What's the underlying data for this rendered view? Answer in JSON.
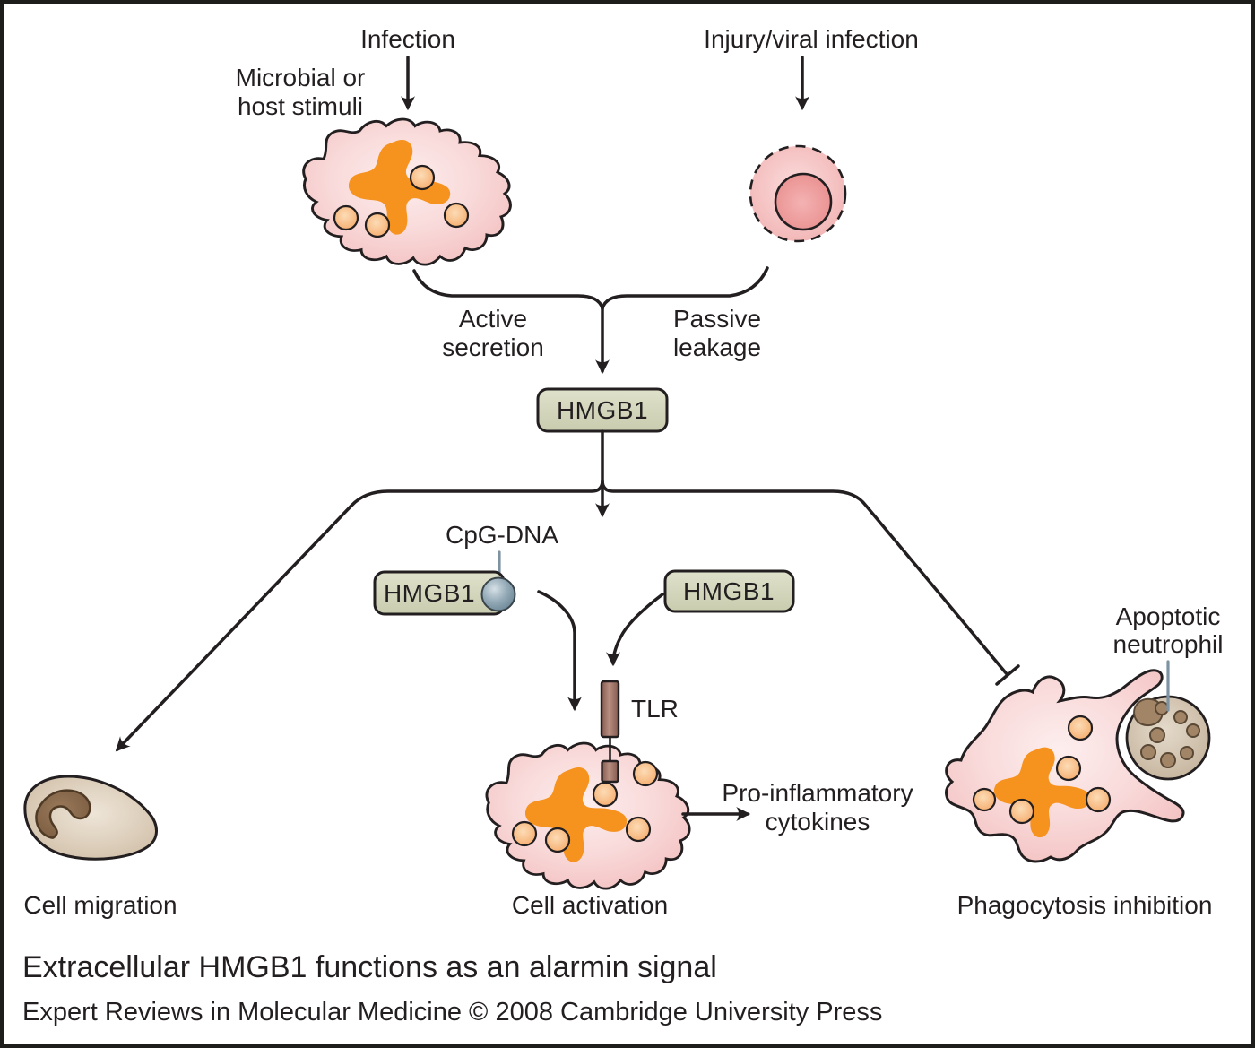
{
  "colors": {
    "ink": "#231f20",
    "cell_pink": "#f5c6c6",
    "nucleus_orange": "#f6921e",
    "granule_orange": "#f7b376",
    "badge_fill": "#d6d8c0",
    "sphere_blue_gray": "#8fa6b3",
    "tlr_brown": "#8a5f54",
    "tan_cell": "#d8c8b2",
    "neutrophil_blob_brown": "#a28566",
    "leader_slate": "#7d93a2",
    "background": "#ffffff"
  },
  "labels": {
    "infection": "Infection",
    "microbial_line1": "Microbial or",
    "microbial_line2": "host stimuli",
    "injury": "Injury/viral infection",
    "active_line1": "Active",
    "active_line2": "secretion",
    "passive_line1": "Passive",
    "passive_line2": "leakage",
    "hmgb1": "HMGB1",
    "cpg_dna": "CpG-DNA",
    "tlr": "TLR",
    "pro_inflammatory_line1": "Pro-inflammatory",
    "pro_inflammatory_line2": "cytokines",
    "cell_activation": "Cell activation",
    "cell_migration": "Cell migration",
    "apoptotic_line1": "Apoptotic",
    "apoptotic_line2": "neutrophil",
    "phagocytosis": "Phagocytosis inhibition"
  },
  "caption": {
    "title": "Extracellular HMGB1 functions as an alarmin signal",
    "credit": "Expert Reviews in Molecular Medicine © 2008 Cambridge University Press"
  }
}
